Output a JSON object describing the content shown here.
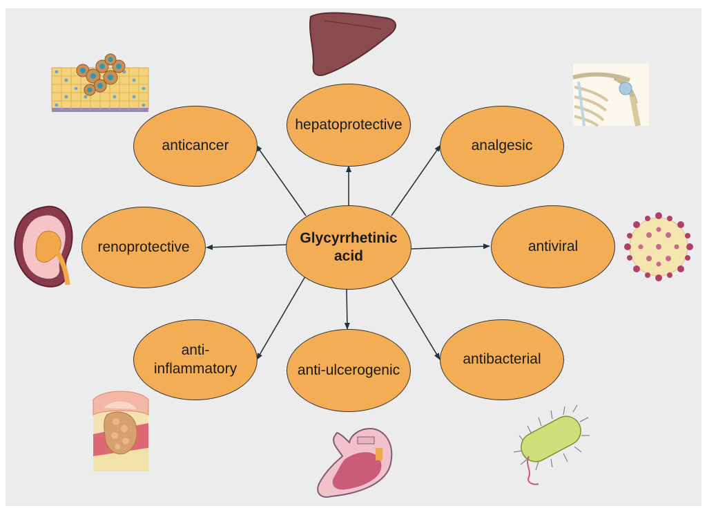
{
  "colors": {
    "node_fill": "#f2ad55",
    "node_stroke": "#333333",
    "arrow": "#22333f",
    "background": "#ececec"
  },
  "center": {
    "line1": "Glycyrrhetinic",
    "line2": "acid"
  },
  "effects": {
    "hepatoprotective": "hepatoprotective",
    "anticancer": "anticancer",
    "analgesic": "analgesic",
    "renoprotective": "renoprotective",
    "antiviral": "antiviral",
    "anti_inflammatory_line1": "anti-",
    "anti_inflammatory_line2": "inflammatory",
    "anti_ulcerogenic": "anti-ulcerogenic",
    "antibacterial": "antibacterial"
  },
  "icons": [
    "liver-icon",
    "tissue-cells-icon",
    "shoulder-bone-icon",
    "kidney-icon",
    "virus-icon",
    "inflamed-tissue-icon",
    "stomach-icon",
    "bacterium-icon"
  ]
}
